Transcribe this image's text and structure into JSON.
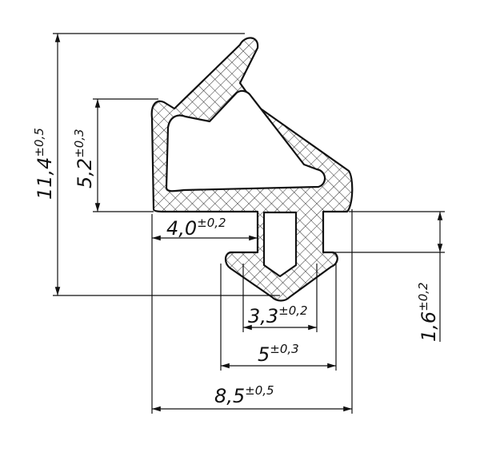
{
  "dimensions": {
    "overall_height": {
      "value": "11,4",
      "tolerance": "±0,5"
    },
    "lip_height": {
      "value": "5,2",
      "tolerance": "±0,3"
    },
    "left_offset": {
      "value": "4,0",
      "tolerance": "±0,2"
    },
    "stem_width": {
      "value": "3,3",
      "tolerance": "±0,2"
    },
    "foot_width": {
      "value": "5",
      "tolerance": "±0,3"
    },
    "overall_width": {
      "value": "8,5",
      "tolerance": "±0,5"
    },
    "stem_height": {
      "value": "1,6",
      "tolerance": "±0,2"
    }
  },
  "colors": {
    "ink": "#111111",
    "paper": "#ffffff"
  }
}
